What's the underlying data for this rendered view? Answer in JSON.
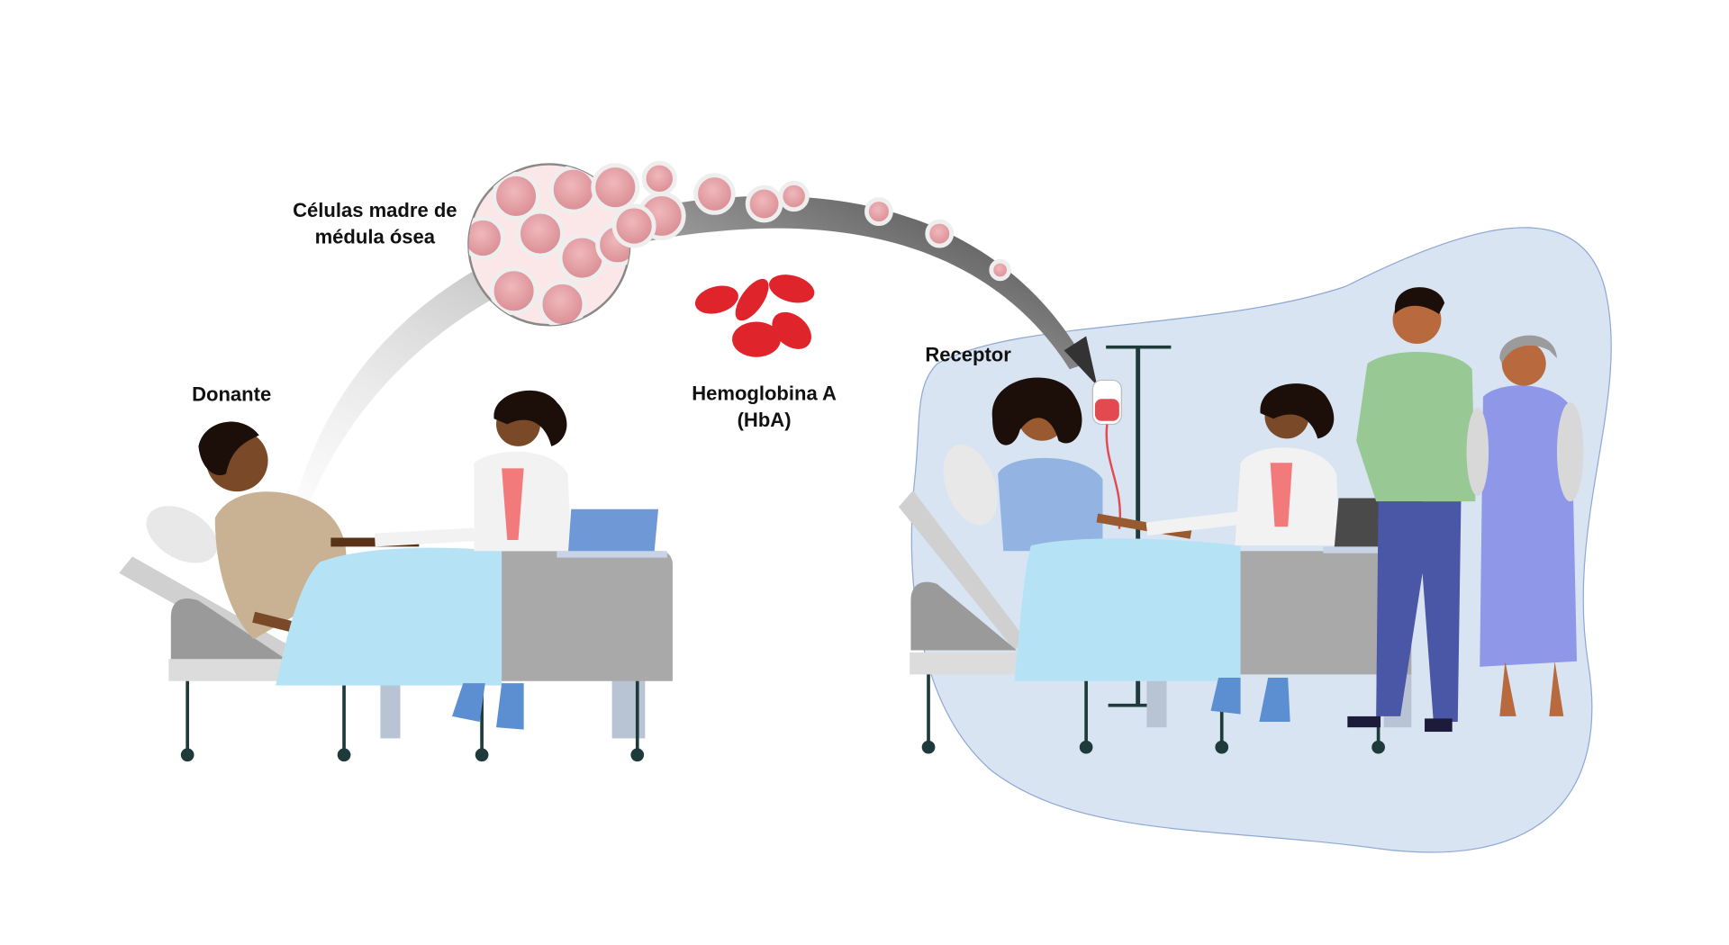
{
  "labels": {
    "stem_cells_line1": "Células madre de",
    "stem_cells_line2": "médula ósea",
    "donor": "Donante",
    "hemoglobin_line1": "Hemoglobina A",
    "hemoglobin_line2": "(HbA)",
    "recipient": "Receptor"
  },
  "colors": {
    "blob": "#d9e4f3",
    "blanket": "#b5e3f5",
    "cell": "#e3a3a8",
    "rbc": "#e0242c",
    "bed_grey": "#a9a9a9"
  }
}
